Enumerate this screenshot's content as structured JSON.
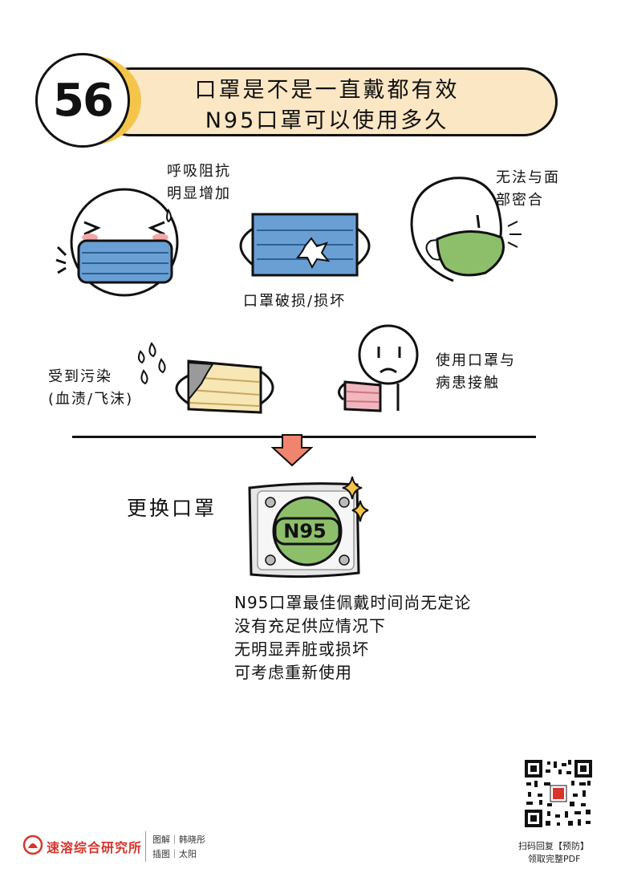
{
  "header": {
    "number": "56",
    "title_line1": "口罩是不是一直戴都有效",
    "title_line2": "N95口罩可以使用多久"
  },
  "scenes": {
    "breathing": "呼吸阻抗\n明显增加",
    "not_fit": "无法与面\n部密合",
    "damaged": "口罩破损/损坏",
    "contaminated": "受到污染\n(血渍/飞沫)",
    "patient_contact": "使用口罩与\n病患接触"
  },
  "action": {
    "label": "更换口罩",
    "badge": "N95"
  },
  "notes": [
    "N95口罩最佳佩戴时间尚无定论",
    "没有充足供应情况下",
    "无明显弄脏或损坏",
    "可考虑重新使用"
  ],
  "footer": {
    "org": "速溶综合研究所",
    "credit1": "图解｜韩晓彤",
    "credit2": "插图｜太阳",
    "qr_caption1": "扫码回复【预防】",
    "qr_caption2": "领取完整PDF"
  },
  "colors": {
    "title_bg": "#fbe7c4",
    "moon": "#f5c54b",
    "mask_blue": "#6a9fd4",
    "mask_green": "#8dbf6b",
    "mask_yellow": "#f7e7b5",
    "mask_pink": "#f2b6bf",
    "arrow": "#f0846e",
    "org_red": "#d9342b"
  }
}
